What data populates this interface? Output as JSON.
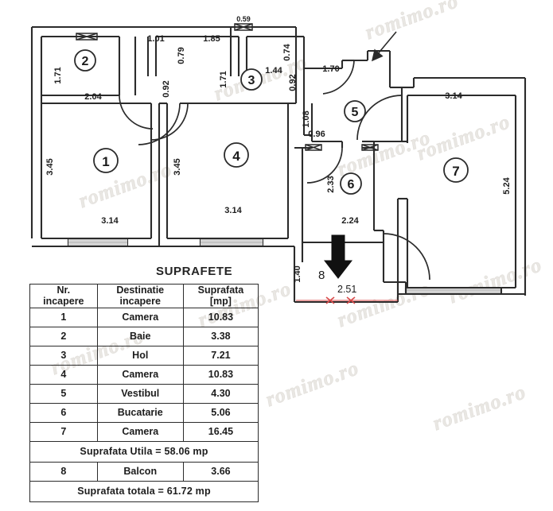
{
  "watermark": {
    "text": "romimo.ro"
  },
  "plan": {
    "title": "SUPRAFETE",
    "room_numbers": [
      "1",
      "2",
      "3",
      "4",
      "5",
      "6",
      "7"
    ],
    "balcony_number": "8",
    "balcony_dim": "2.51",
    "dimensions": {
      "room2_height": "1.71",
      "room2_width": "2.04",
      "hall_w1": "1.01",
      "hall_w2": "0.79",
      "hall_w3": "1.85",
      "hall_top_small": "0.59",
      "hall_w4": "0.74",
      "hall_left_v": "0.92",
      "room3_height": "1.71",
      "room3_w": "1.44",
      "room3_right_v": "0.92",
      "entry_w": "1.70",
      "room1_height": "3.45",
      "room1_width": "3.14",
      "room4_height": "3.45",
      "room4_width": "3.14",
      "vest_v": "1.08",
      "vest_h": "0.96",
      "room6_height": "2.33",
      "room6_width": "2.24",
      "room7_width": "3.14",
      "room7_height": "5.24",
      "balcony_v": "1.40"
    }
  },
  "table": {
    "headers": [
      "Nr. incapere",
      "Destinatie incapere",
      "Suprafata [mp]"
    ],
    "header_lines": [
      [
        "Nr.",
        "incapere"
      ],
      [
        "Destinatie",
        "incapere"
      ],
      [
        "Suprafata",
        "[mp]"
      ]
    ],
    "rows": [
      {
        "nr": "1",
        "dest": "Camera",
        "area": "10.83"
      },
      {
        "nr": "2",
        "dest": "Baie",
        "area": "3.38"
      },
      {
        "nr": "3",
        "dest": "Hol",
        "area": "7.21"
      },
      {
        "nr": "4",
        "dest": "Camera",
        "area": "10.83"
      },
      {
        "nr": "5",
        "dest": "Vestibul",
        "area": "4.30"
      },
      {
        "nr": "6",
        "dest": "Bucatarie",
        "area": "5.06"
      },
      {
        "nr": "7",
        "dest": "Camera",
        "area": "16.45"
      }
    ],
    "subtotal": "Suprafata Utila = 58.06 mp",
    "balcony_row": {
      "nr": "8",
      "dest": "Balcon",
      "area": "3.66"
    },
    "total": "Suprafata totala = 61.72 mp"
  },
  "colors": {
    "ink": "#2b2b2b",
    "watermark": "#e9e7e3",
    "marker": "#d94a4a"
  }
}
